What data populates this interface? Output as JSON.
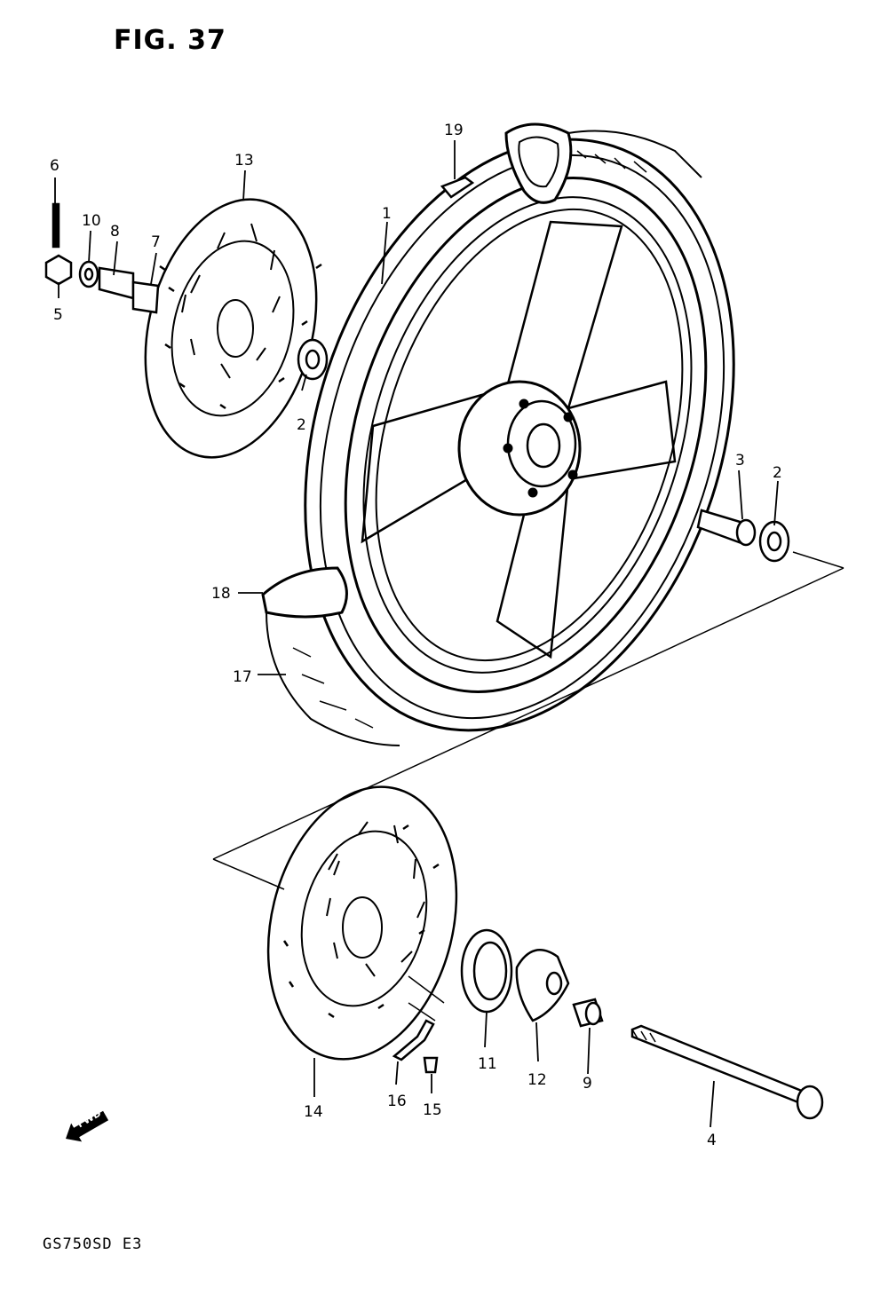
{
  "figure": {
    "title": "FIG. 37",
    "model_code": "GS750SD  E3",
    "fwd_marker": "FWD"
  },
  "callouts": [
    {
      "id": "c1",
      "num": "1"
    },
    {
      "id": "c2a",
      "num": "2"
    },
    {
      "id": "c2b",
      "num": "2"
    },
    {
      "id": "c3",
      "num": "3"
    },
    {
      "id": "c4",
      "num": "4"
    },
    {
      "id": "c5",
      "num": "5"
    },
    {
      "id": "c6",
      "num": "6"
    },
    {
      "id": "c7",
      "num": "7"
    },
    {
      "id": "c8",
      "num": "8"
    },
    {
      "id": "c9",
      "num": "9"
    },
    {
      "id": "c10",
      "num": "10"
    },
    {
      "id": "c11",
      "num": "11"
    },
    {
      "id": "c12",
      "num": "12"
    },
    {
      "id": "c13",
      "num": "13"
    },
    {
      "id": "c14",
      "num": "14"
    },
    {
      "id": "c15",
      "num": "15"
    },
    {
      "id": "c16",
      "num": "16"
    },
    {
      "id": "c17",
      "num": "17"
    },
    {
      "id": "c18",
      "num": "18"
    },
    {
      "id": "c19",
      "num": "19"
    }
  ]
}
